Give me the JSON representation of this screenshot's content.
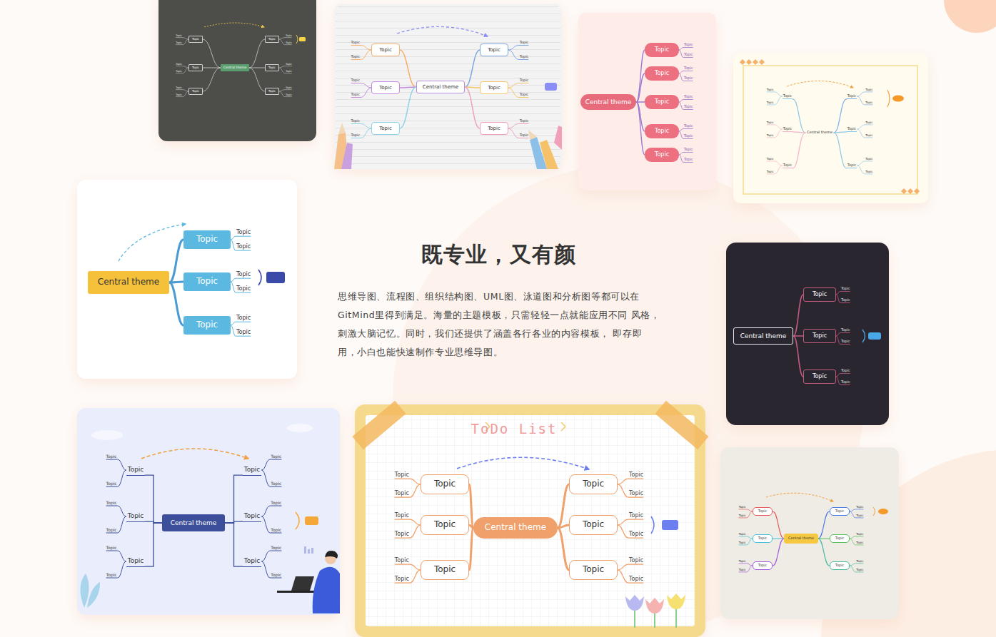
{
  "diagram": {
    "title": "既专业，又有颜",
    "caption": "思维导图、流程图、组织结构图、UML图、泳道图和分析图等都可以在 GitMind里得到满足。海量的主题模板，只需轻轻一点就能应用不同 风格，刺激大脑记忆。同时，我们还提供了涵盖各行各业的内容模板， 即存即用，小白也能快速制作专业思维导图。",
    "nodes": [
      {
        "text": [
          "Central theme"
        ]
      },
      {
        "text": [
          "Topic"
        ]
      },
      {
        "text": [
          "Topic"
        ]
      },
      {
        "text": [
          "Topic"
        ]
      },
      {
        "text": [
          "Topic"
        ]
      },
      {
        "text": [
          "Topic"
        ]
      },
      {
        "text": [
          "Topic"
        ]
      },
      {
        "text": [
          "Central theme"
        ]
      },
      {
        "text": [
          "Topic"
        ]
      },
      {
        "text": [
          "Topic"
        ]
      },
      {
        "text": [
          "Topic"
        ]
      },
      {
        "text": [
          "Topic"
        ]
      },
      {
        "text": [
          "Topic"
        ]
      },
      {
        "text": [
          "Topic"
        ]
      },
      {
        "text": [
          "Central theme"
        ]
      },
      {
        "text": [
          "Topic"
        ]
      },
      {
        "text": [
          "Topic"
        ]
      },
      {
        "text": [
          "Topic"
        ]
      },
      {
        "text": [
          "Topic"
        ]
      },
      {
        "text": [
          "Topic"
        ]
      },
      {
        "text": [
          "Central theme"
        ]
      },
      {
        "text": [
          "Topic"
        ]
      },
      {
        "text": [
          "Topic"
        ]
      },
      {
        "text": [
          "Topic"
        ]
      },
      {
        "text": [
          "Topic"
        ]
      },
      {
        "text": [
          "Topic"
        ]
      },
      {
        "text": [
          "Topic"
        ]
      },
      {
        "text": [
          "Central theme"
        ]
      },
      {
        "text": [
          "Topic"
        ]
      },
      {
        "text": [
          "Topic"
        ]
      },
      {
        "text": [
          "Topic"
        ]
      },
      {
        "text": [
          "Central theme"
        ]
      },
      {
        "text": [
          "Topic"
        ]
      },
      {
        "text": [
          "Topic"
        ]
      },
      {
        "text": [
          "Topic"
        ]
      },
      {
        "text": [
          "Central theme"
        ]
      },
      {
        "text": [
          "Topic"
        ]
      },
      {
        "text": [
          "Topic"
        ]
      },
      {
        "text": [
          "Topic"
        ]
      },
      {
        "text": [
          "Topic"
        ]
      },
      {
        "text": [
          "Topic"
        ]
      },
      {
        "text": [
          "Topic"
        ]
      },
      {
        "text": [
          "Central theme"
        ]
      },
      {
        "text": [
          "Topic"
        ]
      },
      {
        "text": [
          "Topic"
        ]
      },
      {
        "text": [
          "Topic"
        ]
      },
      {
        "text": [
          "Topic"
        ]
      },
      {
        "text": [
          "Topic"
        ]
      },
      {
        "text": [
          "Topic"
        ]
      },
      {
        "text": [
          "Central theme"
        ]
      },
      {
        "text": [
          "Topic"
        ]
      },
      {
        "text": [
          "Topic"
        ]
      },
      {
        "text": [
          "Topic"
        ]
      },
      {
        "text": [
          "Topic"
        ]
      },
      {
        "text": [
          "Topic"
        ]
      },
      {
        "text": [
          "Topic"
        ]
      }
    ],
    "edges": [
      {
        "from": 0,
        "to": 1,
        "arrow": "none"
      },
      {
        "from": 0,
        "to": 2,
        "arrow": "none"
      },
      {
        "from": 0,
        "to": 3,
        "arrow": "none"
      },
      {
        "from": 0,
        "to": 4,
        "arrow": "none"
      },
      {
        "from": 0,
        "to": 5,
        "arrow": "none"
      },
      {
        "from": 0,
        "to": 6,
        "arrow": "none"
      },
      {
        "from": 7,
        "to": 8,
        "arrow": "none"
      },
      {
        "from": 7,
        "to": 9,
        "arrow": "none"
      },
      {
        "from": 7,
        "to": 10,
        "arrow": "none"
      },
      {
        "from": 7,
        "to": 11,
        "arrow": "none"
      },
      {
        "from": 7,
        "to": 12,
        "arrow": "none"
      },
      {
        "from": 7,
        "to": 13,
        "arrow": "none"
      },
      {
        "from": 14,
        "to": 15,
        "arrow": "none"
      },
      {
        "from": 14,
        "to": 16,
        "arrow": "none"
      },
      {
        "from": 14,
        "to": 17,
        "arrow": "none"
      },
      {
        "from": 14,
        "to": 18,
        "arrow": "none"
      },
      {
        "from": 14,
        "to": 19,
        "arrow": "none"
      },
      {
        "from": 20,
        "to": 21,
        "arrow": "none"
      },
      {
        "from": 20,
        "to": 22,
        "arrow": "none"
      },
      {
        "from": 20,
        "to": 23,
        "arrow": "none"
      },
      {
        "from": 20,
        "to": 24,
        "arrow": "none"
      },
      {
        "from": 20,
        "to": 25,
        "arrow": "none"
      },
      {
        "from": 20,
        "to": 26,
        "arrow": "none"
      },
      {
        "from": 27,
        "to": 28,
        "arrow": "none"
      },
      {
        "from": 27,
        "to": 29,
        "arrow": "none"
      },
      {
        "from": 27,
        "to": 30,
        "arrow": "none"
      },
      {
        "from": 31,
        "to": 32,
        "arrow": "none"
      },
      {
        "from": 31,
        "to": 33,
        "arrow": "none"
      },
      {
        "from": 31,
        "to": 34,
        "arrow": "none"
      },
      {
        "from": 35,
        "to": 36,
        "arrow": "none"
      },
      {
        "from": 35,
        "to": 37,
        "arrow": "none"
      },
      {
        "from": 35,
        "to": 38,
        "arrow": "none"
      },
      {
        "from": 35,
        "to": 39,
        "arrow": "none"
      },
      {
        "from": 35,
        "to": 40,
        "arrow": "none"
      },
      {
        "from": 35,
        "to": 41,
        "arrow": "none"
      },
      {
        "from": 42,
        "to": 43,
        "arrow": "none"
      },
      {
        "from": 42,
        "to": 44,
        "arrow": "none"
      },
      {
        "from": 42,
        "to": 45,
        "arrow": "none"
      },
      {
        "from": 42,
        "to": 46,
        "arrow": "none"
      },
      {
        "from": 42,
        "to": 47,
        "arrow": "none"
      },
      {
        "from": 42,
        "to": 48,
        "arrow": "none"
      },
      {
        "from": 49,
        "to": 50,
        "arrow": "none"
      },
      {
        "from": 49,
        "to": 51,
        "arrow": "none"
      },
      {
        "from": 49,
        "to": 52,
        "arrow": "none"
      },
      {
        "from": 49,
        "to": 53,
        "arrow": "none"
      },
      {
        "from": 49,
        "to": 54,
        "arrow": "none"
      },
      {
        "from": 49,
        "to": 55,
        "arrow": "none"
      }
    ],
    "labels": [
      "Topic",
      "Topic",
      "Topic",
      "Topic",
      "Topic",
      "Topic",
      "Topic",
      "Topic",
      "Topic",
      "Topic",
      "Topic",
      "Topic",
      "Topic",
      "Topic",
      "Topic",
      "Topic",
      "Topic",
      "Topic",
      "Topic",
      "Topic",
      "Topic",
      "Topic",
      "Topic",
      "Topic",
      "Topic",
      "Topic",
      "Topic",
      "Topic",
      "Topic",
      "Topic",
      "Topic",
      "Topic",
      "Topic",
      "Topic",
      "Topic",
      "Topic",
      "Topic",
      "Topic",
      "Topic",
      "Topic",
      "Topic",
      "Topic",
      "Topic",
      "Topic",
      "Topic",
      "Topic",
      "Topic",
      "Topic",
      "Topic",
      "Topic",
      "Topic",
      "Topic",
      "Topic",
      "Topic",
      "Topic",
      "Topic",
      "Topic",
      "Topic",
      "Topic",
      "Topic",
      "Topic",
      "Topic",
      "Topic",
      "Topic",
      "Topic",
      "Topic",
      "Topic",
      "Topic",
      "Topic",
      "Topic",
      "ToDo List",
      "Topic",
      "Topic",
      "Topic",
      "Topic",
      "Topic",
      "Topic",
      "Topic",
      "Topic",
      "Topic",
      "Topic",
      "Topic",
      "Topic",
      "Topic",
      "Topic",
      "Topic",
      "Topic",
      "Topic",
      "Topic",
      "Topic",
      "Topic",
      "Topic",
      "Topic",
      "Topic",
      "Topic"
    ]
  }
}
